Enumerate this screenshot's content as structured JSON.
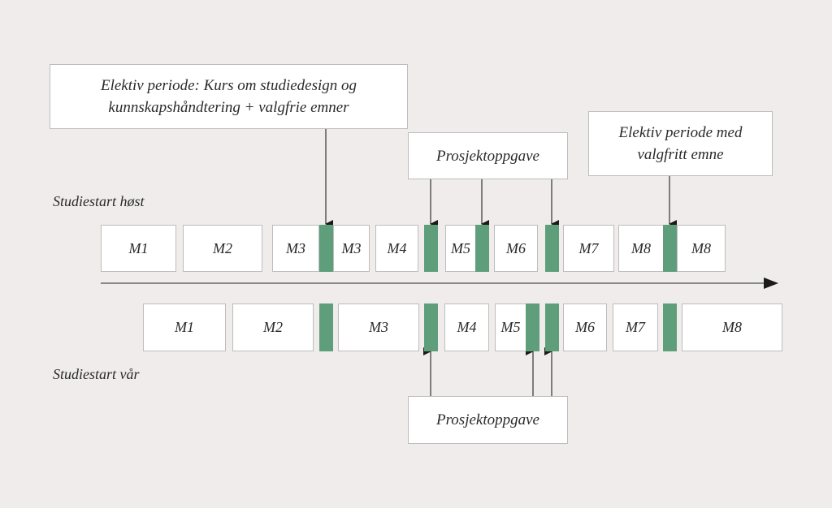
{
  "callouts": {
    "elective_course": "Elektiv periode: Kurs om studiedesign og kunnskapshåndtering + valgfrie emner",
    "project_top": "Prosjektoppgave",
    "elective_optional": "Elektiv periode med valgfritt emne",
    "project_bottom": "Prosjektoppgave"
  },
  "tracks": {
    "autumn": {
      "label": "Studiestart høst",
      "modules": [
        "M1",
        "M2",
        "M3",
        "M3",
        "M4",
        "M5",
        "M6",
        "M7",
        "M8",
        "M8"
      ]
    },
    "spring": {
      "label": "Studiestart vår",
      "modules": [
        "M1",
        "M2",
        "M3",
        "M4",
        "M5",
        "M6",
        "M7",
        "M8"
      ]
    }
  },
  "colors": {
    "background": "#efeceb",
    "period_bar": "#5f9e7b",
    "box_border": "#bdbdbd",
    "text": "#2a2a2a"
  }
}
